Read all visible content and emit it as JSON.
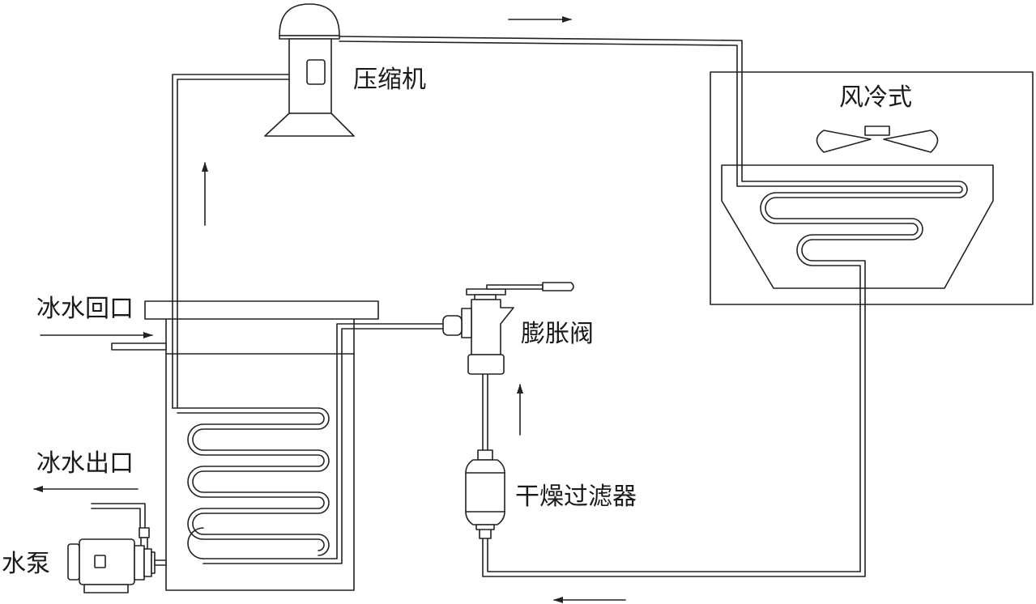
{
  "labels": {
    "compressor": "压缩机",
    "air_cooled": "风冷式",
    "expansion_valve": "膨胀阀",
    "drier_filter": "干燥过滤器",
    "chilled_water_return": "冰水回口",
    "chilled_water_outlet": "冰水出口",
    "water_pump": "水泵"
  },
  "colors": {
    "line": "#222222",
    "text": "#1a1a1a",
    "background": "#ffffff"
  }
}
